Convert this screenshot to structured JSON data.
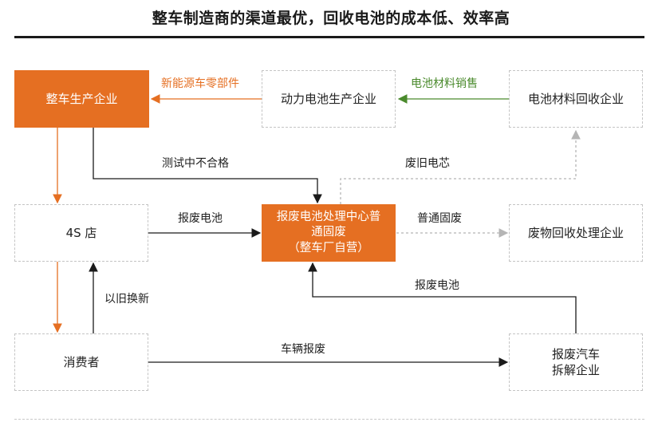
{
  "title": "整车制造商的渠道最优，回收电池的成本低、效率高",
  "nodes": {
    "oem": "整车生产企业",
    "battery_maker": "动力电池生产企业",
    "material_recycler": "电池材料回收企业",
    "dealer": "4S 店",
    "center_line1": "报废电池处理中心普",
    "center_line2": "通固废",
    "center_line3": "（整车厂自营）",
    "waste_recycler": "废物回收处理企业",
    "consumer": "消费者",
    "dismantler_line1": "报废汽车",
    "dismantler_line2": "拆解企业"
  },
  "edges": {
    "parts": "新能源车零部件",
    "materials_sale": "电池材料销售",
    "test_fail": "测试中不合格",
    "old_cells": "废旧电芯",
    "scrap_battery_dealer": "报废电池",
    "general_waste": "普通固废",
    "trade_in": "以旧换新",
    "scrap_battery_dismantler": "报废电池",
    "vehicle_scrap": "车辆报废"
  },
  "colors": {
    "orange": "#e56f22",
    "green": "#4a8a2c",
    "gray": "#b5b5b5",
    "dark": "#1a1a1a"
  }
}
